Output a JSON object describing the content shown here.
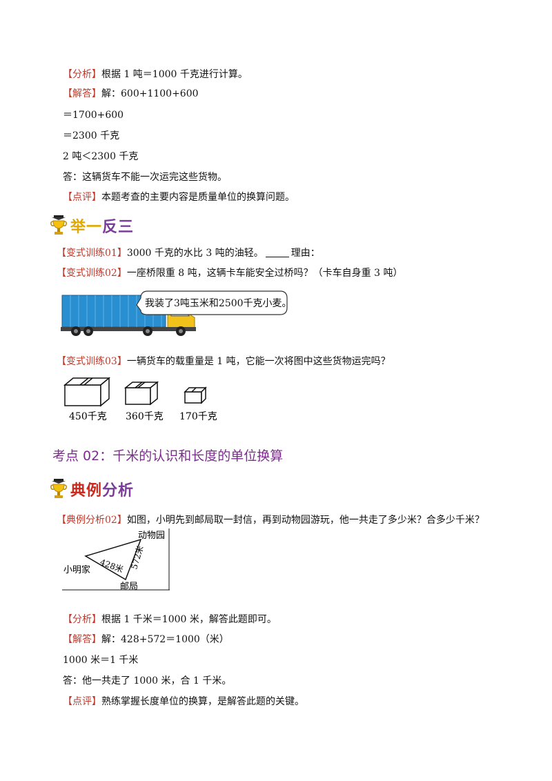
{
  "ex1": {
    "analysis_tag": "【分析】",
    "analysis": "根据 1 吨＝1000 千克进行计算。",
    "answer_tag": "【解答】",
    "answer": "解：600+1100+600",
    "step1": "＝1700+600",
    "step2": "＝2300 千克",
    "step3": "2 吨＜2300 千克",
    "conclusion": "答：这辆货车不能一次运完这些货物。",
    "comment_tag": "【点评】",
    "comment": "本题考查的主要内容是质量单位的换算问题。"
  },
  "banner1": {
    "text": "举一反三"
  },
  "drill1": {
    "tag": "【变式训练01】",
    "text_a": "3000 千克的水比 3 吨的油轻。",
    "text_b": "理由："
  },
  "drill2": {
    "tag": "【变式训练02】",
    "text": "一座桥限重 8 吨，这辆卡车能安全过桥吗？（卡车自身重 3 吨）",
    "bubble": "我装了3吨玉米和2500千克小麦。"
  },
  "drill3": {
    "tag": "【变式训练03】",
    "text": "一辆货车的载重量是 1 吨，它能一次将图中这些货物运完吗？",
    "boxes": [
      "450千克",
      "360千克",
      "170千克"
    ]
  },
  "section": {
    "title": "考点 02：千米的认识和长度的单位换算"
  },
  "banner2": {
    "text": "典例分析"
  },
  "ex2": {
    "tag": "【典例分析02】",
    "question": "如图，小明先到邮局取一封信，再到动物园游玩，他一共走了多少米？合多少千米？",
    "map": {
      "home": "小明家",
      "zoo": "动物园",
      "post": "邮局",
      "d1": "428米",
      "d2": "572米"
    },
    "analysis_tag": "【分析】",
    "analysis": "根据 1 千米＝1000 米，解答此题即可。",
    "answer_tag": "【解答】",
    "answer": "解：428+572＝1000（米）",
    "step1": "1000 米＝1 千米",
    "conclusion": "答：他一共走了 1000 米，合 1 千米。",
    "comment_tag": "【点评】",
    "comment": "熟练掌握长度单位的换算，是解答此题的关键。"
  },
  "colors": {
    "tag_red": "#c0392b",
    "heading_purple": "#7b2d8e",
    "truck_blue": "#2a8fd0",
    "cab_yellow": "#f2c21b"
  }
}
